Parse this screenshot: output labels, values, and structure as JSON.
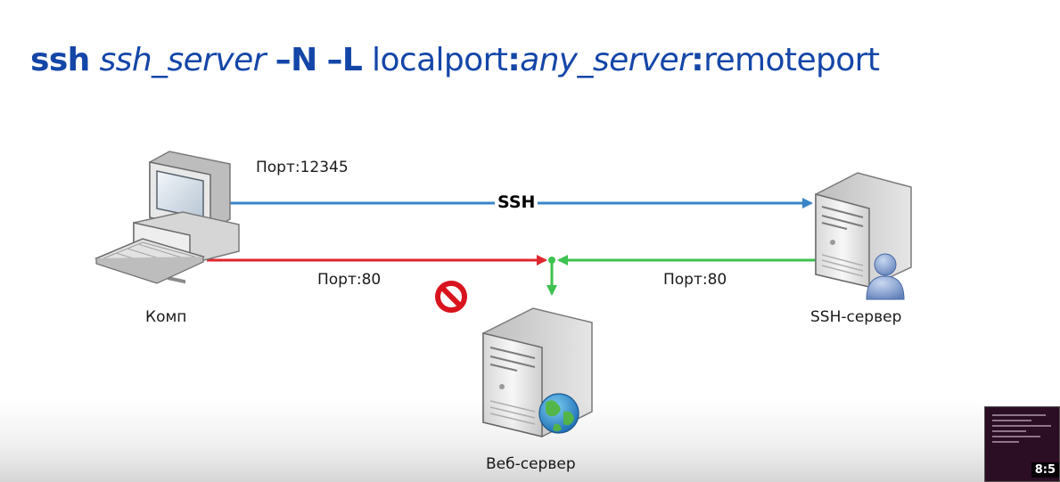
{
  "title": {
    "cmd": "ssh",
    "server_arg": "ssh_server",
    "flag_n": "–N",
    "flag_l": "–L",
    "localport": "localport",
    "colon1": ":",
    "any_server": "any_server",
    "colon2": ":",
    "remoteport": "remoteport"
  },
  "nodes": {
    "comp_label": "Комп",
    "ssh_server_label": "SSH-сервер",
    "web_server_label": "Веб-сервер"
  },
  "connections": {
    "ssh_port_label": "Порт:12345",
    "ssh_tunnel_label": "SSH",
    "direct_port_label": "Порт:80",
    "forward_port_label": "Порт:80"
  },
  "video": {
    "timestamp": "8:5"
  },
  "colors": {
    "title": "#1446a8",
    "ssh_line": "#3a85c8",
    "blocked_line": "#e0262e",
    "forward_line": "#3dc24f",
    "blocked_icon": "#d9141e"
  }
}
